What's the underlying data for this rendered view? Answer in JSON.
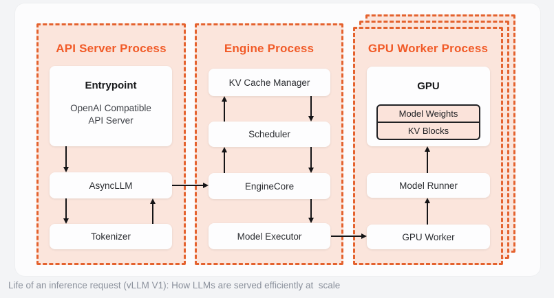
{
  "caption": "Life of an inference request (vLLM V1): How LLMs are served efficiently at  scale",
  "diagram": {
    "processes": [
      {
        "id": "api-server",
        "title": "API Server Process"
      },
      {
        "id": "engine",
        "title": "Engine Process"
      },
      {
        "id": "gpu-worker",
        "title": "GPU Worker Process",
        "stacked": true
      }
    ],
    "nodes": {
      "entrypoint": {
        "title": "Entrypoint",
        "line1": "OpenAI Compatible",
        "line2": "API Server"
      },
      "async_llm": {
        "label": "AsyncLLM"
      },
      "tokenizer": {
        "label": "Tokenizer"
      },
      "kv_cache_manager": {
        "label": "KV Cache Manager"
      },
      "scheduler": {
        "label": "Scheduler"
      },
      "engine_core": {
        "label": "EngineCore"
      },
      "model_executor": {
        "label": "Model Executor"
      },
      "gpu": {
        "title": "GPU",
        "rows": [
          "Model Weights",
          "KV Blocks"
        ]
      },
      "model_runner": {
        "label": "Model Runner"
      },
      "gpu_worker": {
        "label": "GPU Worker"
      }
    },
    "edges": [
      "entrypoint -> async_llm",
      "async_llm -> tokenizer",
      "tokenizer -> async_llm",
      "async_llm -> engine_core",
      "scheduler -> kv_cache_manager",
      "kv_cache_manager -> scheduler",
      "engine_core -> scheduler",
      "scheduler -> engine_core",
      "engine_core -> model_executor",
      "model_executor -> gpu_worker",
      "gpu_worker -> model_runner",
      "model_runner -> gpu"
    ]
  },
  "colors": {
    "accent_orange_title": "#f15a27",
    "dashed_border_orange": "#e4622e",
    "process_fill_pink": "#fbe5dc",
    "node_white": "#fdfdfe",
    "arrow_black": "#141416",
    "gpu_table_border": "#202124",
    "caption_gray": "#8b919c",
    "page_background": "#f3f4f6",
    "card_background": "#fcfcfd"
  }
}
